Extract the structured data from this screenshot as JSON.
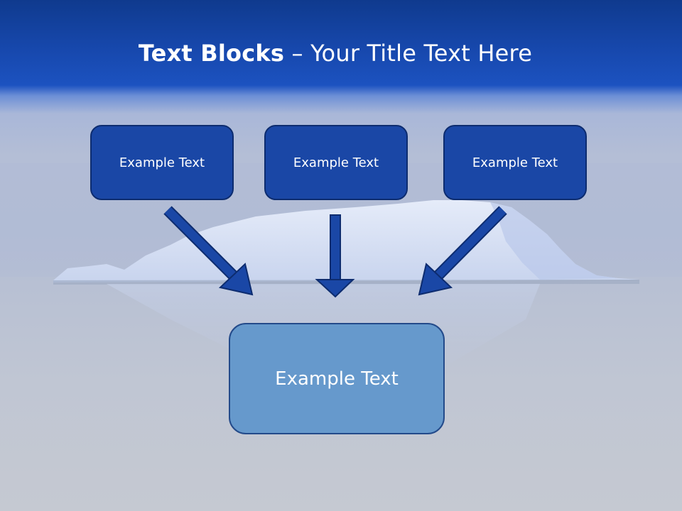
{
  "slide": {
    "title_bold": "Text Blocks",
    "title_dash": " – ",
    "title_rest": "Your Title Text Here"
  },
  "blocks": {
    "top": [
      {
        "label": "Example Text"
      },
      {
        "label": "Example Text"
      },
      {
        "label": "Example Text"
      }
    ],
    "bottom": {
      "label": "Example Text"
    }
  },
  "colors": {
    "header_blue": "#1748ad",
    "top_box_fill": "#1a47a6",
    "top_box_border": "#0d2c6f",
    "bottom_box_fill": "#6699cc",
    "bottom_box_border": "#234a8a",
    "arrow_fill": "#1a47a6"
  },
  "background": {
    "image": "iceberg-on-calm-water"
  }
}
